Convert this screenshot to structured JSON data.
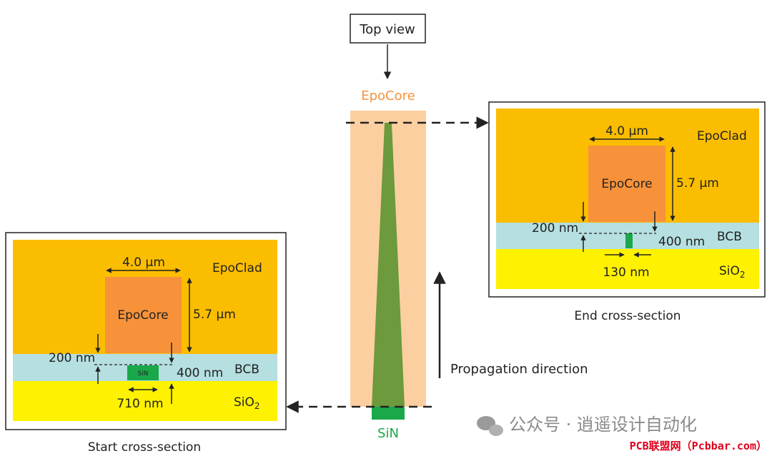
{
  "top_view": {
    "label": "Top view",
    "core_label": "EpoCore",
    "sin_label": "SiN"
  },
  "propagation": {
    "label": "Propagation direction"
  },
  "end_section": {
    "caption": "End cross-section",
    "clad": "EpoClad",
    "core": "EpoCore",
    "bcb": "BCB",
    "sio2_base": "SiO",
    "sio2_sub": "2",
    "width": "4.0 µm",
    "height": "5.7 µm",
    "gap": "200 nm",
    "bcb_thickness": "400 nm",
    "sin_width": "130 nm"
  },
  "start_section": {
    "caption": "Start cross-section",
    "clad": "EpoClad",
    "core": "EpoCore",
    "bcb": "BCB",
    "sio2_base": "SiO",
    "sio2_sub": "2",
    "sin": "SiN",
    "width": "4.0 µm",
    "height": "5.7 µm",
    "gap": "200 nm",
    "bcb_thickness": "400 nm",
    "sin_width": "710 nm"
  },
  "watermark": {
    "text": "公众号 · 逍遥设计自动化",
    "brand": "PCB联盟网（Pcbbar.com）"
  },
  "colors": {
    "clad": "#fbbd00",
    "core": "#f7923a",
    "bcb": "#b5dfe0",
    "sio2": "#fff200",
    "sin": "#1aa84a",
    "taper": "#6c9a3c",
    "top_core": "#fccfa0"
  }
}
